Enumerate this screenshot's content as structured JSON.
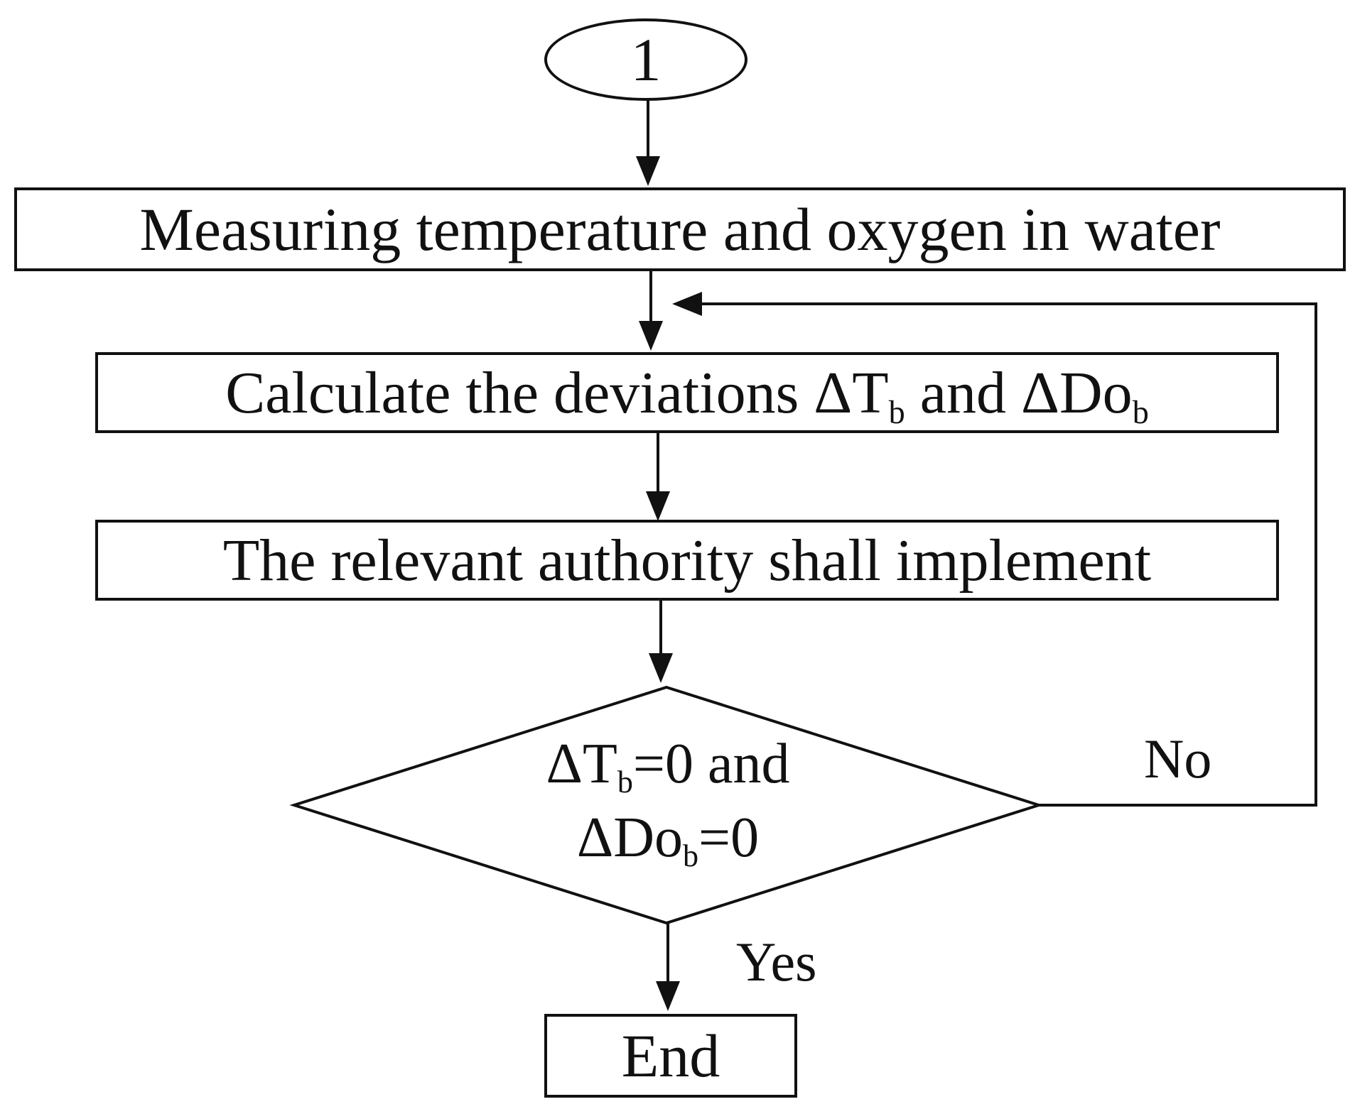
{
  "diagram": {
    "connector_start": {
      "label": "1"
    },
    "steps": [
      {
        "id": "measure",
        "text": "Measuring temperature and oxygen in water"
      },
      {
        "id": "calculate",
        "text_prefix": "Calculate the deviations ",
        "delta_t": "ΔT",
        "delta_t_sub": "b",
        "and": " and ",
        "delta_do": "ΔDo",
        "delta_do_sub": "b"
      },
      {
        "id": "implement",
        "text": "The relevant authority shall implement"
      }
    ],
    "decision": {
      "line1_symbol": "ΔT",
      "line1_sub": "b",
      "line1_rest": "=0 and",
      "line2_symbol": "ΔDo",
      "line2_sub": "b",
      "line2_rest": "=0"
    },
    "branches": {
      "no_label": "No",
      "yes_label": "Yes"
    },
    "end": {
      "label": "End"
    }
  }
}
